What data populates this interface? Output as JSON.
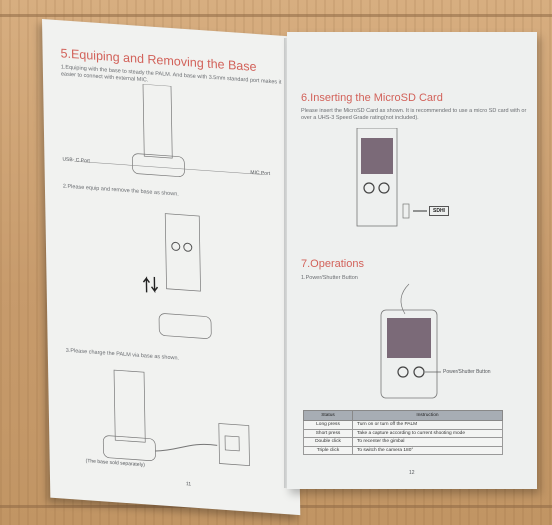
{
  "left_page": {
    "heading": "5.Equiping and Removing the Base",
    "step1": "1.Equiping with the base to steady the PALM. And base with 3.5mm standard port makes it easier to connect with external MIC.",
    "usb_label": "USB- C Port",
    "mic_label": "MIC Port",
    "step2": "2.Please equip and remove the base as shown.",
    "step3": "3.Please charge the PALM via base as shown.",
    "caption": "(The base sold separately)",
    "page_number": "11"
  },
  "right_page": {
    "heading1": "6.Inserting the MicroSD Card",
    "body1": "Please insert the MicroSD Card as shown. It is recommended to use a micro SD card with or over a UHS-3 Speed Grade rating(not included).",
    "sd_label": "SDHI",
    "heading2": "7.Operations",
    "sub2": "1.Power/Shutter Button",
    "power_label": "Power/Shutter Button",
    "table": {
      "headers": [
        "Status",
        "Instruction"
      ],
      "rows": [
        [
          "Long press",
          "Turn on or turn off the PALM"
        ],
        [
          "Short press",
          "Take a capture according to current shooting mode"
        ],
        [
          "Double click",
          "To recenter the gimbal"
        ],
        [
          "Triple click",
          "To switch the camera 180°"
        ]
      ]
    },
    "page_number": "12"
  },
  "colors": {
    "heading": "#d2625a",
    "wood": "#c9a173",
    "paper": "#f1f2f0"
  }
}
